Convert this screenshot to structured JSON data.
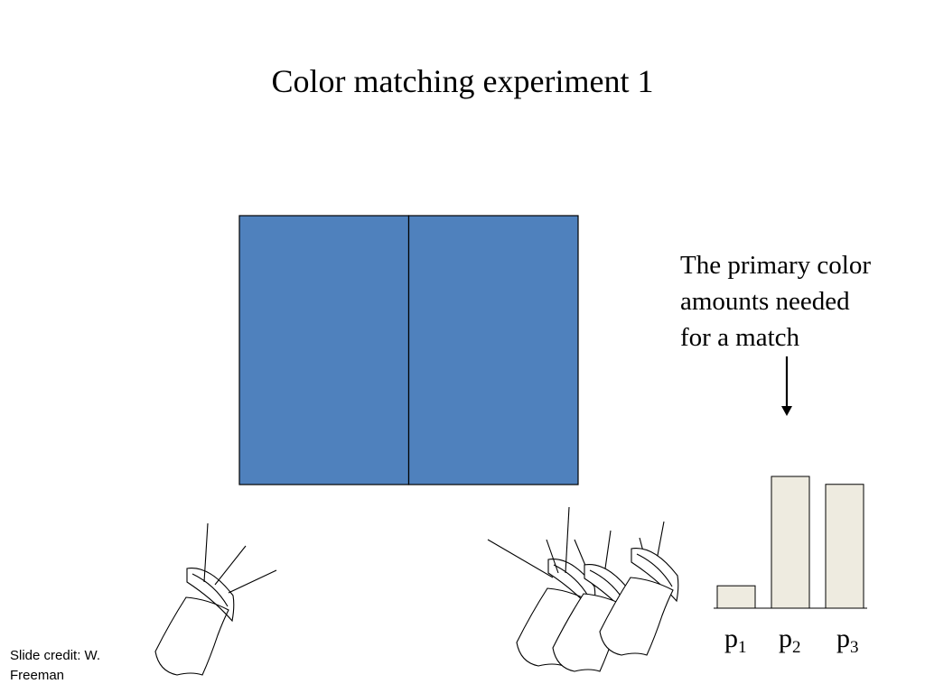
{
  "title": "Color matching experiment 1",
  "caption": {
    "lines": [
      "The primary color",
      "amounts needed",
      "for a match"
    ]
  },
  "credit": {
    "lines": [
      "Slide credit: W.",
      "Freeman"
    ]
  },
  "colors": {
    "field": "#4f81bd",
    "bar_fill": "#eeebe0",
    "stroke": "#000000"
  },
  "icons": [
    "down-arrow-icon",
    "flashlight-icon"
  ],
  "chart_data": {
    "type": "bar",
    "categories": [
      "p1",
      "p2",
      "p3"
    ],
    "labels": [
      {
        "base": "p",
        "sub": "1"
      },
      {
        "base": "p",
        "sub": "2"
      },
      {
        "base": "p",
        "sub": "3"
      }
    ],
    "values": [
      0.17,
      1.0,
      0.94
    ],
    "title": "",
    "xlabel": "",
    "ylabel": ""
  }
}
